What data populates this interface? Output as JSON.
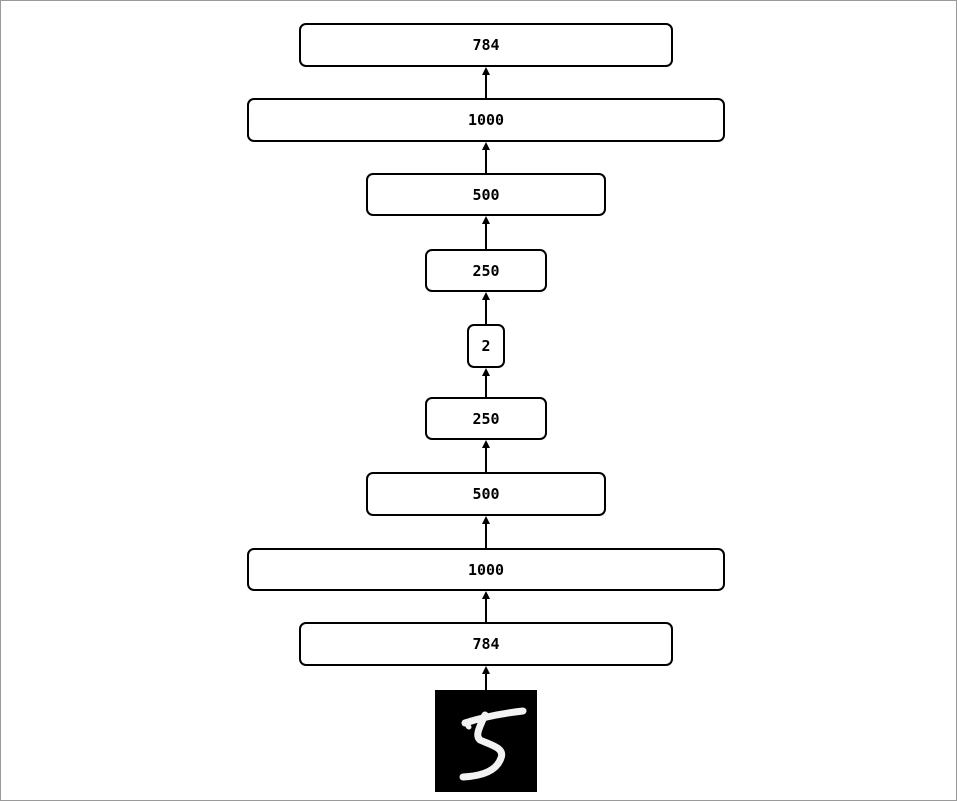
{
  "diagram": {
    "input_image": {
      "depicts": "handwritten digit 5",
      "icon": "mnist-digit-5-image"
    },
    "layers_bottom_to_top": [
      "784",
      "1000",
      "500",
      "250",
      "2",
      "250",
      "500",
      "1000",
      "784"
    ]
  }
}
